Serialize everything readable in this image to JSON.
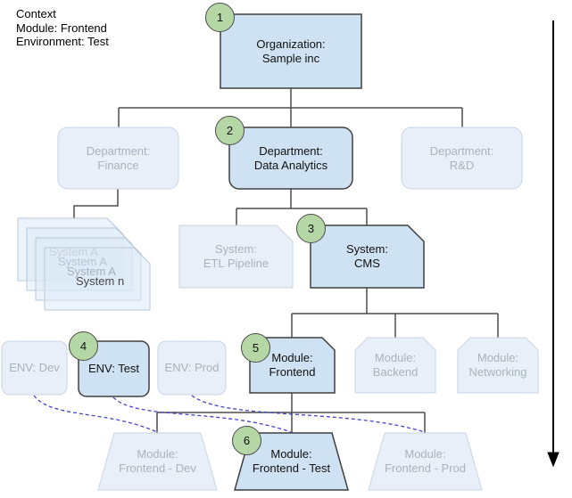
{
  "context": {
    "title": "Context",
    "module": "Module: Frontend",
    "environment": "Environment: Test"
  },
  "nodes": {
    "organization": {
      "badge": "1",
      "line1": "Organization:",
      "line2": "Sample inc"
    },
    "dept_finance": {
      "line1": "Department:",
      "line2": "Finance"
    },
    "dept_data_analytics": {
      "badge": "2",
      "line1": "Department:",
      "line2": "Data Analytics"
    },
    "dept_rd": {
      "line1": "Department:",
      "line2": "R&D"
    },
    "system_stack": {
      "labels": [
        "System A",
        "System A",
        "System A",
        "System n"
      ]
    },
    "system_etl": {
      "line1": "System:",
      "line2": "ETL Pipeline"
    },
    "system_cms": {
      "badge": "3",
      "line1": "System:",
      "line2": "CMS"
    },
    "env_dev": {
      "label": "ENV: Dev"
    },
    "env_test": {
      "badge": "4",
      "label": "ENV: Test"
    },
    "env_prod": {
      "label": "ENV: Prod"
    },
    "module_frontend": {
      "badge": "5",
      "line1": "Module:",
      "line2": "Frontend"
    },
    "module_backend": {
      "line1": "Module:",
      "line2": "Backend"
    },
    "module_networking": {
      "line1": "Module:",
      "line2": "Networking"
    },
    "deploy_dev": {
      "line1": "Module:",
      "line2": "Frontend - Dev"
    },
    "deploy_test": {
      "badge": "6",
      "line1": "Module:",
      "line2": "Frontend - Test"
    },
    "deploy_prod": {
      "line1": "Module:",
      "line2": "Frontend - Prod"
    }
  },
  "colors": {
    "node_active_fill": "#cfe2f3",
    "node_active_border": "#3f3f3f",
    "node_faded_fill": "#e8eff8",
    "node_faded_border": "#c9d5e4",
    "badge_fill": "#b5d6a5",
    "badge_border": "#4d4d4d",
    "connector": "#4d4d4d",
    "mapping_line": "#4444cc",
    "faded_text": "#a9b3be",
    "text": "#111111"
  }
}
